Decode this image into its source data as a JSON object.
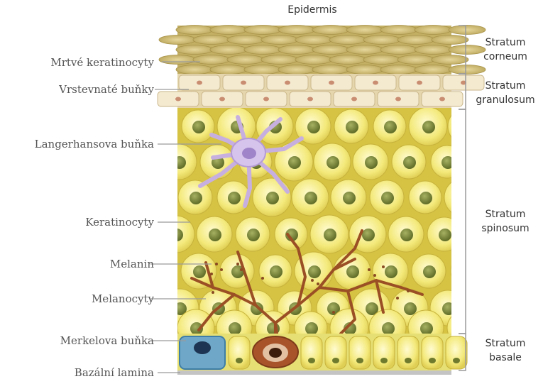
{
  "title": "Epidermis",
  "labels": {
    "dead_keratinocytes": "Mrtvé keratinocyty",
    "layered_cells": "Vrstevnaté buňky",
    "langerhans_cell": "Langerhansova buňka",
    "keratinocytes": "Keratinocyty",
    "melanin": "Melanin",
    "melanocytes": "Melanocyty",
    "merkel_cell": "Merkelova buňka",
    "basal_lamina": "Bazální lamina"
  },
  "layers": {
    "corneum": [
      "Stratum",
      "corneum"
    ],
    "granulosum": [
      "Stratum",
      "granulosum"
    ],
    "spinosum": [
      "Stratum",
      "spinosum"
    ],
    "basale": [
      "Stratum",
      "basale"
    ]
  },
  "colors": {
    "corneum": "#c9b56a",
    "granulosum": "#efe2bf",
    "spinosum_bg": "#d9c84a",
    "cell": "#f3e97a",
    "nucleus": "#7d8a3a",
    "melanocyte": "#9b4f24",
    "langerhans": "#c9b3e0",
    "merkel": "#5e9bc0",
    "basal": "#f1ed8e",
    "lamina": "#c4c4c4"
  }
}
